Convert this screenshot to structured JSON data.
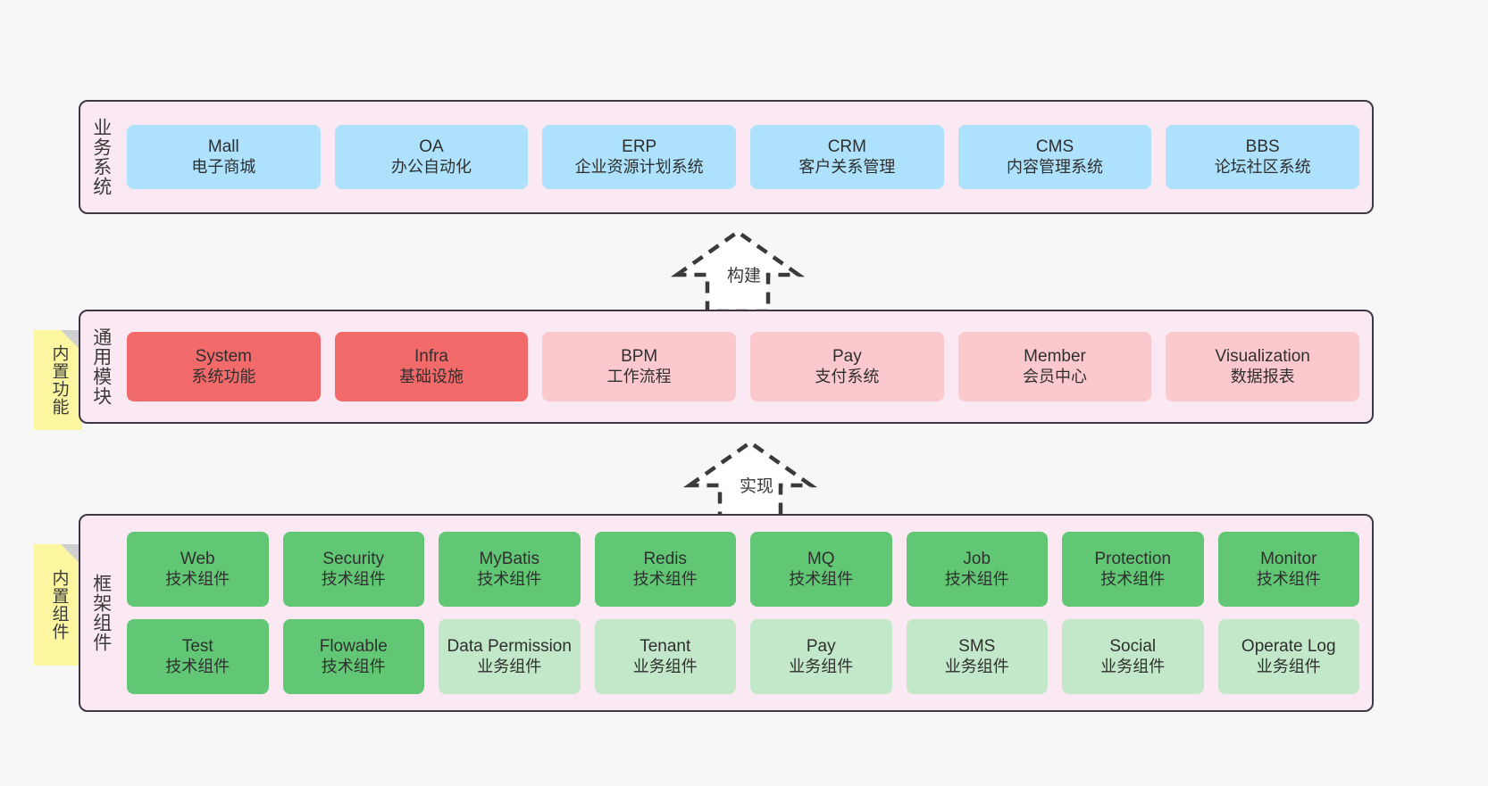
{
  "diagram": {
    "background_color": "#f7f7f7",
    "container_fill": "#fae9f3",
    "container_border": "#3d3846"
  },
  "colors": {
    "blue": "#ade1fc",
    "red_strong": "#f26a6a",
    "red_light": "#fbc9cd",
    "green_strong": "#62c775",
    "green_light": "#c2e8c9",
    "sticky_yellow": "#fcf6a0",
    "sticky_fold": "#cfcfcf"
  },
  "layers": {
    "business": {
      "label": "业务系统",
      "items": [
        {
          "title": "Mall",
          "subtitle": "电子商城",
          "style": "c-blue"
        },
        {
          "title": "OA",
          "subtitle": "办公自动化",
          "style": "c-blue"
        },
        {
          "title": "ERP",
          "subtitle": "企业资源计划系统",
          "style": "c-blue"
        },
        {
          "title": "CRM",
          "subtitle": "客户关系管理",
          "style": "c-blue"
        },
        {
          "title": "CMS",
          "subtitle": "内容管理系统",
          "style": "c-blue"
        },
        {
          "title": "BBS",
          "subtitle": "论坛社区系统",
          "style": "c-blue"
        }
      ]
    },
    "modules": {
      "label": "通用模块",
      "sticky": "内置功能",
      "items": [
        {
          "title": "System",
          "subtitle": "系统功能",
          "style": "c-red-strong"
        },
        {
          "title": "Infra",
          "subtitle": "基础设施",
          "style": "c-red-strong"
        },
        {
          "title": "BPM",
          "subtitle": "工作流程",
          "style": "c-red-light"
        },
        {
          "title": "Pay",
          "subtitle": "支付系统",
          "style": "c-red-light"
        },
        {
          "title": "Member",
          "subtitle": "会员中心",
          "style": "c-red-light"
        },
        {
          "title": "Visualization",
          "subtitle": "数据报表",
          "style": "c-red-light"
        }
      ]
    },
    "framework": {
      "label": "框架组件",
      "sticky": "内置组件",
      "row1": [
        {
          "title": "Web",
          "subtitle": "技术组件",
          "style": "c-green-strong"
        },
        {
          "title": "Security",
          "subtitle": "技术组件",
          "style": "c-green-strong"
        },
        {
          "title": "MyBatis",
          "subtitle": "技术组件",
          "style": "c-green-strong"
        },
        {
          "title": "Redis",
          "subtitle": "技术组件",
          "style": "c-green-strong"
        },
        {
          "title": "MQ",
          "subtitle": "技术组件",
          "style": "c-green-strong"
        },
        {
          "title": "Job",
          "subtitle": "技术组件",
          "style": "c-green-strong"
        },
        {
          "title": "Protection",
          "subtitle": "技术组件",
          "style": "c-green-strong"
        },
        {
          "title": "Monitor",
          "subtitle": "技术组件",
          "style": "c-green-strong"
        }
      ],
      "row2": [
        {
          "title": "Test",
          "subtitle": "技术组件",
          "style": "c-green-strong"
        },
        {
          "title": "Flowable",
          "subtitle": "技术组件",
          "style": "c-green-strong"
        },
        {
          "title": "Data Permission",
          "subtitle": "业务组件",
          "style": "c-green-light"
        },
        {
          "title": "Tenant",
          "subtitle": "业务组件",
          "style": "c-green-light"
        },
        {
          "title": "Pay",
          "subtitle": "业务组件",
          "style": "c-green-light"
        },
        {
          "title": "SMS",
          "subtitle": "业务组件",
          "style": "c-green-light"
        },
        {
          "title": "Social",
          "subtitle": "业务组件",
          "style": "c-green-light"
        },
        {
          "title": "Operate Log",
          "subtitle": "业务组件",
          "style": "c-green-light"
        }
      ]
    }
  },
  "arrows": [
    {
      "id": "build",
      "label": "构建",
      "direction": "up",
      "style": "dashed-hollow"
    },
    {
      "id": "impl",
      "label": "实现",
      "direction": "up",
      "style": "dashed-hollow"
    }
  ]
}
